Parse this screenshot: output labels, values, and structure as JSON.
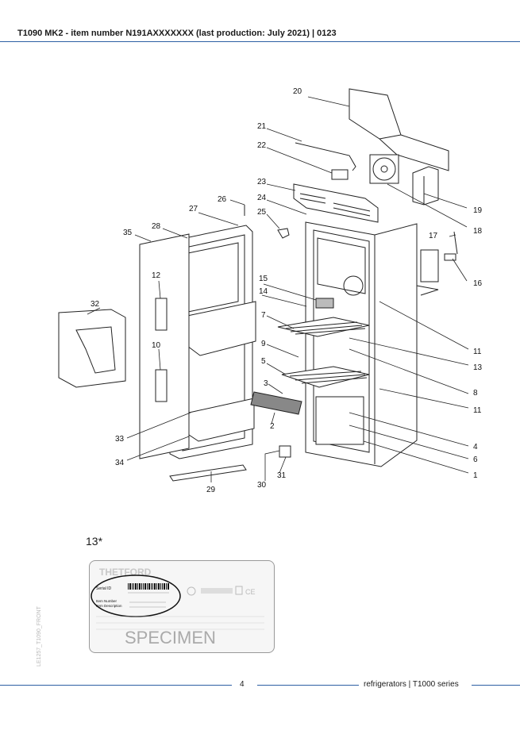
{
  "header": {
    "title": "T1090 MK2 - item number N191AXXXXXXX (last production: July 2021) | 0123"
  },
  "callouts": [
    "20",
    "21",
    "22",
    "23",
    "24",
    "25",
    "26",
    "27",
    "28",
    "35",
    "12",
    "32",
    "10",
    "15",
    "14",
    "7",
    "9",
    "5",
    "3",
    "2",
    "33",
    "34",
    "29",
    "30",
    "31",
    "19",
    "18",
    "17",
    "16",
    "11",
    "13",
    "8",
    "11",
    "4",
    "6",
    "1"
  ],
  "note": {
    "label": "13*"
  },
  "label_card": {
    "brand": "THETFORD",
    "serial_id": "Serial ID",
    "item_number": "Item Number",
    "item_description": "Item Description",
    "specimen": "SPECIMEN",
    "side_code": "LE1257_T1090_FRONT"
  },
  "footer": {
    "page_number": "4",
    "text": "refrigerators | T1000 series"
  },
  "colors": {
    "rule": "#2d5fa3"
  }
}
